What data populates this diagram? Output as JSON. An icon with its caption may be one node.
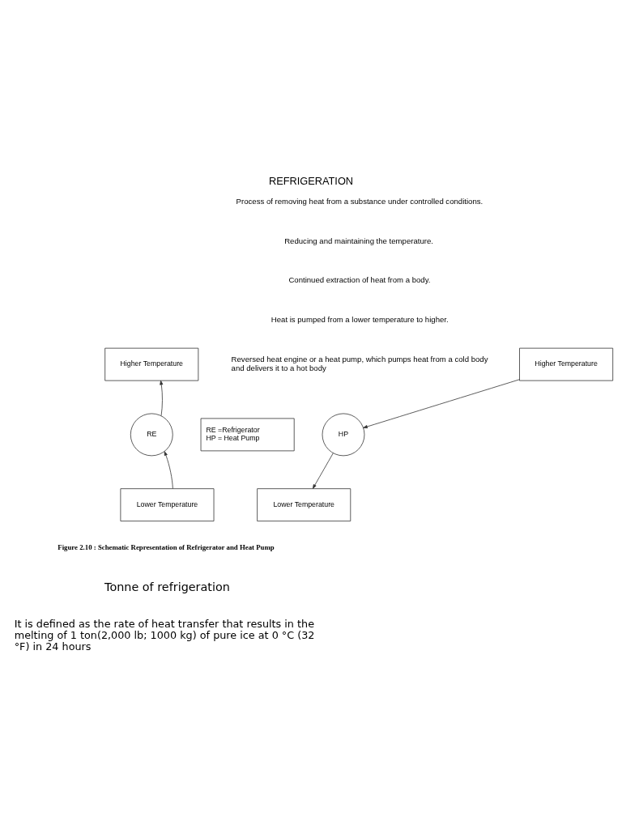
{
  "diagram": {
    "title": "REFRIGERATION",
    "caption": "Figure 2.10 : Schematic Representation of Refrigerator and Heat Pump",
    "nodes": [
      {
        "text": [
          "Higher Temperature"
        ]
      },
      {
        "text": [
          "Higher Temperature"
        ]
      },
      {
        "text": [
          "RE"
        ]
      },
      {
        "text": [
          "RE =Refrigerator",
          "HP = Heat Pump"
        ]
      },
      {
        "text": [
          "HP"
        ]
      },
      {
        "text": [
          "Lower Temperature"
        ]
      },
      {
        "text": [
          "Lower Temperature"
        ]
      }
    ],
    "edges": [
      {
        "from": 5,
        "to": 2,
        "arrow": "to"
      },
      {
        "from": 2,
        "to": 0,
        "arrow": "to"
      },
      {
        "from": 1,
        "to": 4,
        "arrow": "to"
      },
      {
        "from": 4,
        "to": 6,
        "arrow": "to"
      }
    ],
    "labels": [
      "Process of removing heat from a substance under controlled conditions.",
      "Reducing and maintaining the temperature.",
      "Continued extraction of heat from a body.",
      "Heat is pumped from a lower temperature to higher.",
      "Reversed heat engine or a heat pump, which pumps heat from a cold body and delivers it to a hot body",
      "Tonne of refrigeration",
      "It is defined as the rate of heat transfer that results in the melting of 1 ton(2,000 lb; 1000 kg) of pure ice at 0 °C (32 °F) in 24 hours"
    ]
  }
}
